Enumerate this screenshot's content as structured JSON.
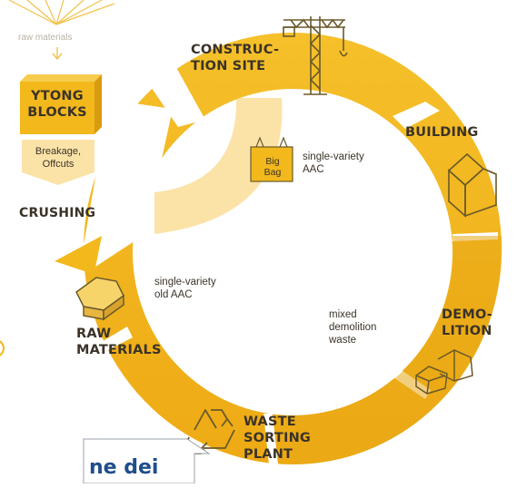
{
  "labels": {
    "raw_materials_top": "raw materials",
    "ytong_blocks": [
      "YTONG",
      "BLOCKS"
    ],
    "breakage": [
      "Breakage,",
      "Offcuts"
    ],
    "crushing": "CRUSHING",
    "construction_site": [
      "CONSTRUC-",
      "TION SITE"
    ],
    "big_bag": [
      "Big",
      "Bag"
    ],
    "single_variety_aac": [
      "single-variety",
      "AAC"
    ],
    "building": "BUILDING",
    "single_variety_old_aac": [
      "single-variety",
      "old AAC"
    ],
    "mixed_demolition_waste": [
      "mixed",
      "demolition",
      "waste"
    ],
    "demolition": [
      "DEMO-",
      "LITION"
    ],
    "raw_materials": [
      "RAW",
      "MATERIALS"
    ],
    "waste_sorting_plant": [
      "WASTE",
      "SORTING",
      "PLANT"
    ],
    "callout_text": "ne dei"
  },
  "colors": {
    "ring": "#f2b81c",
    "ring_dark": "#e4a612",
    "pale": "#fbe3a8",
    "text": "#3b3328",
    "callout_text": "#1f4e8c"
  },
  "icons": [
    "crane-icon",
    "house-icon",
    "rubble-icon",
    "recycle-icon",
    "aac-block-icon",
    "big-bag-icon"
  ]
}
